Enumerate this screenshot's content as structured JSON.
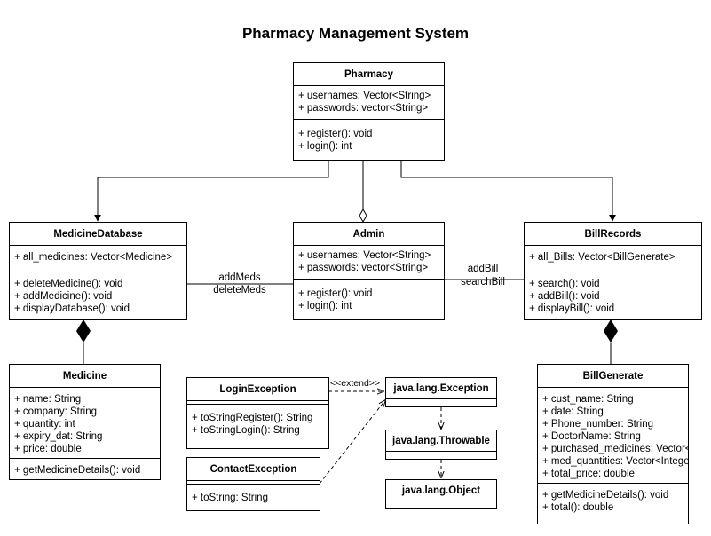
{
  "title": "Pharmacy Management System",
  "classes": {
    "pharmacy": {
      "name": "Pharmacy",
      "attributes": [
        "+ usernames: Vector<String>",
        "+ passwords: vector<String>"
      ],
      "methods": [
        "+ register(): void",
        "+ login(): int"
      ]
    },
    "medicine_database": {
      "name": "MedicineDatabase",
      "attributes": [
        "+ all_medicines: Vector<Medicine>"
      ],
      "methods": [
        "+ deleteMedicine(): void",
        "+ addMedicine(): void",
        "+ displayDatabase(): void"
      ]
    },
    "admin": {
      "name": "Admin",
      "attributes": [
        "+ usernames: Vector<String>",
        "+ passwords: vector<String>"
      ],
      "methods": [
        "+ register(): void",
        "+ login(): int"
      ]
    },
    "bill_records": {
      "name": "BillRecords",
      "attributes": [
        "+ all_Bills: Vector<BillGenerate>"
      ],
      "methods": [
        "+ search(): void",
        "+ addBill(): void",
        "+ displayBill(): void"
      ]
    },
    "medicine": {
      "name": "Medicine",
      "attributes": [
        "+ name: String",
        "+ company: String",
        "+ quantity: int",
        "+ expiry_dat: String",
        "+ price: double"
      ],
      "methods": [
        "+ getMedicineDetails(): void"
      ]
    },
    "login_exception": {
      "name": "LoginException",
      "methods": [
        "+ toStringRegister(): String",
        "+ toStringLogin(): String"
      ]
    },
    "contact_exception": {
      "name": "ContactException",
      "methods": [
        "+ toString: String"
      ]
    },
    "java_exception": {
      "name": "java.lang.Exception"
    },
    "java_throwable": {
      "name": "java.lang.Throwable"
    },
    "java_object": {
      "name": "java.lang.Object"
    },
    "bill_generate": {
      "name": "BillGenerate",
      "attributes": [
        "+ cust_name: String",
        "+ date: String",
        "+ Phone_number: String",
        "+ DoctorName: String",
        "+ purchased_medicines: Vector<Medicine>",
        "+ med_quantities: Vector<Integer>",
        "+ total_price: double"
      ],
      "methods": [
        "+ getMedicineDetails(): void",
        "+ total(): double"
      ]
    }
  },
  "edge_labels": {
    "admin_meddb": [
      "addMeds",
      "deleteMeds"
    ],
    "admin_bills": [
      "addBill",
      "searchBill"
    ],
    "extend": "<<extend>>"
  }
}
